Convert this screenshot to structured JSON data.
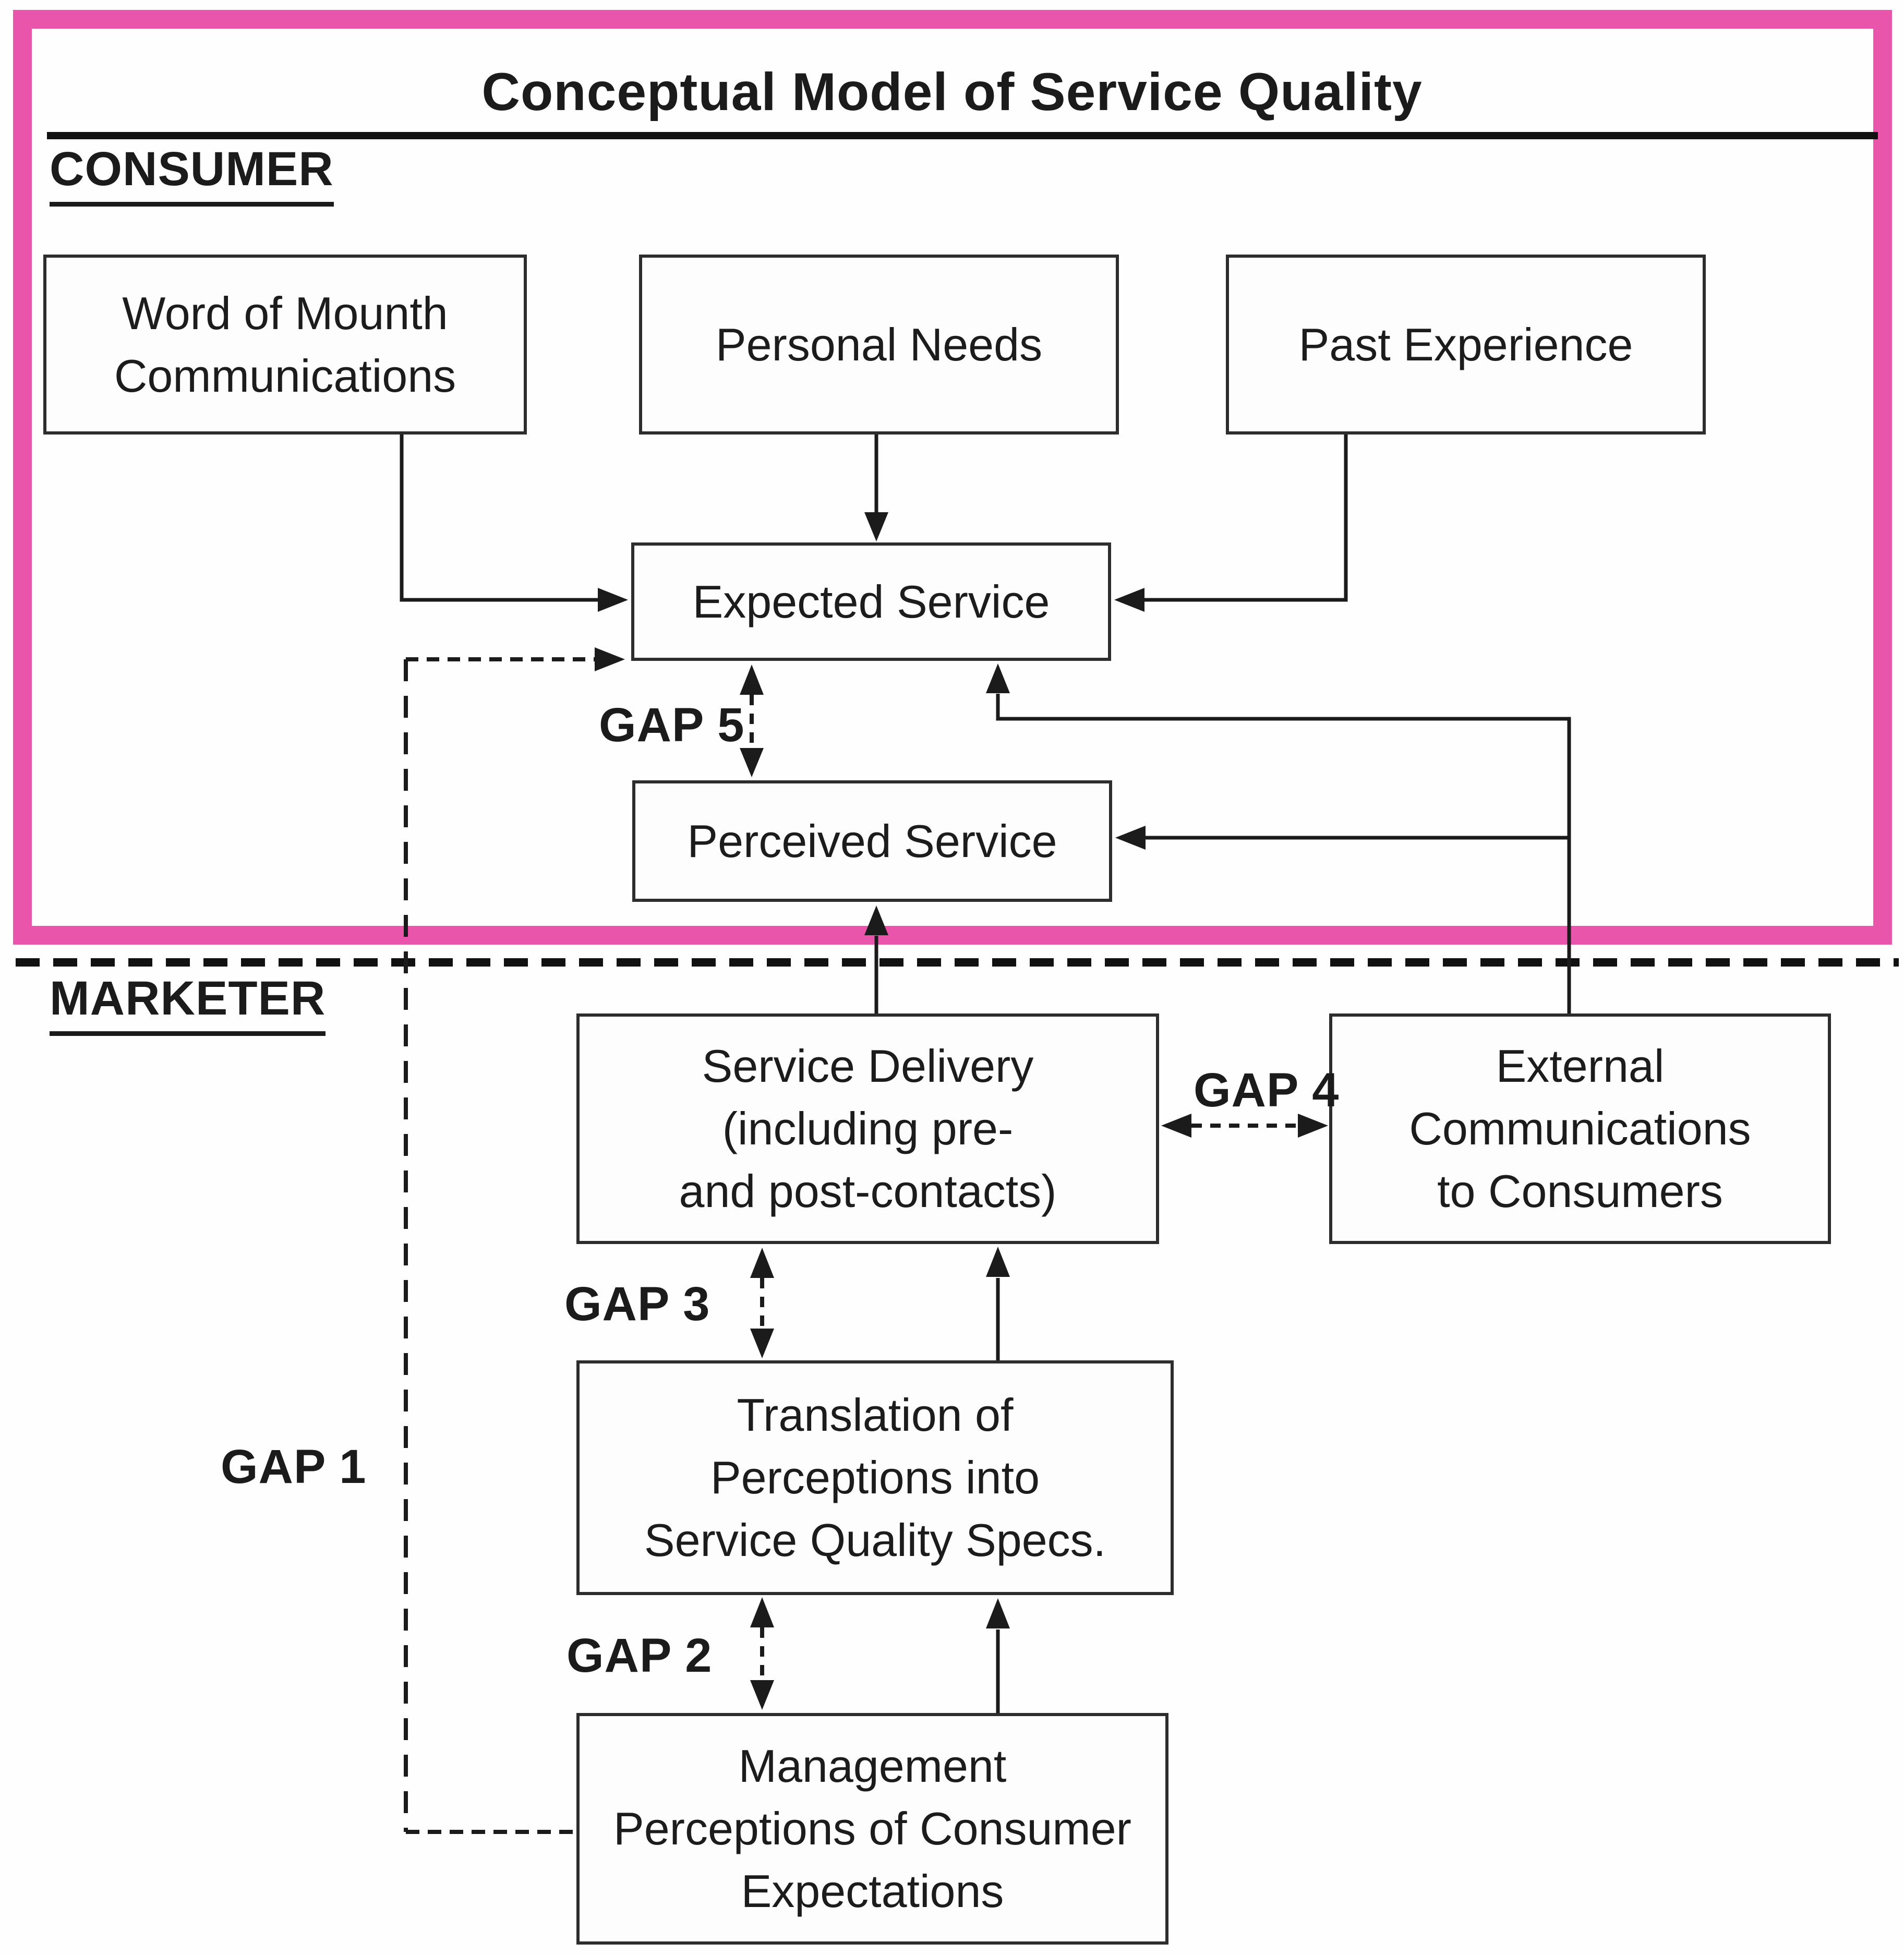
{
  "title": "Conceptual Model of Service Quality",
  "sections": {
    "consumer": "CONSUMER",
    "marketer": "MARKETER"
  },
  "boxes": {
    "word_of_mouth": {
      "lines": [
        "Word of Mounth",
        "Communications"
      ]
    },
    "personal_needs": {
      "lines": [
        "Personal Needs"
      ]
    },
    "past_experience": {
      "lines": [
        "Past Experience"
      ]
    },
    "expected_service": {
      "lines": [
        "Expected Service"
      ]
    },
    "perceived_service": {
      "lines": [
        "Perceived Service"
      ]
    },
    "service_delivery": {
      "lines": [
        "Service Delivery",
        "(including pre-",
        "and post-contacts)"
      ]
    },
    "external_communications": {
      "lines": [
        "External",
        "Communications",
        "to Consumers"
      ]
    },
    "translation": {
      "lines": [
        "Translation of",
        "Perceptions into",
        "Service Quality Specs."
      ]
    },
    "management_perceptions": {
      "lines": [
        "Management",
        "Perceptions of Consumer",
        "Expectations"
      ]
    }
  },
  "gap_labels": {
    "gap1": "GAP 1",
    "gap2": "GAP 2",
    "gap3": "GAP 3",
    "gap4": "GAP 4",
    "gap5": "GAP 5"
  },
  "colors": {
    "frame_pink": "#e855aa",
    "ink_black": "#1b1b1b"
  }
}
